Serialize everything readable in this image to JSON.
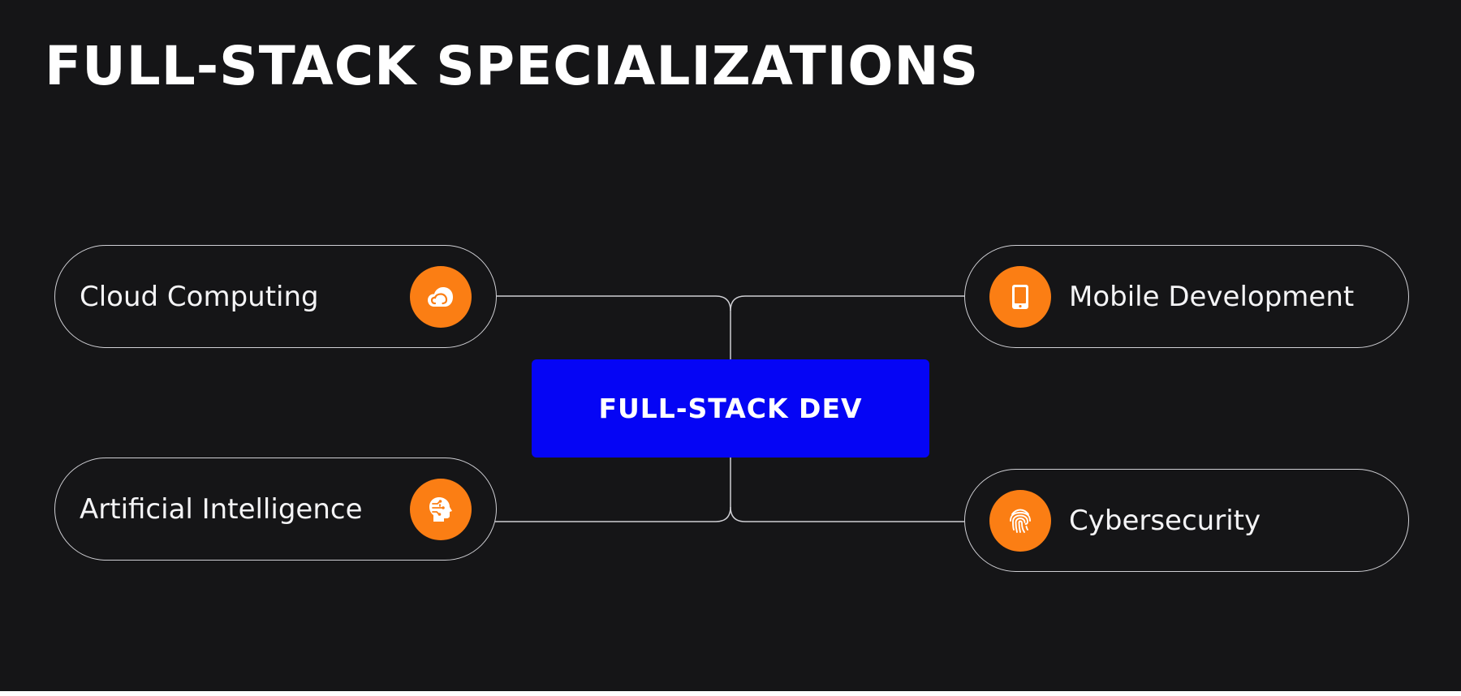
{
  "title": "FULL-STACK SPECIALIZATIONS",
  "center": {
    "label": "FULL-STACK DEV",
    "color": "#0505f5"
  },
  "colors": {
    "background": "#151517",
    "accent": "#fb7e14",
    "text": "#ffffff",
    "outline": "#cfcfd4"
  },
  "nodes": {
    "cloud": {
      "label": "Cloud Computing",
      "icon": "cloud-icon"
    },
    "mobile": {
      "label": "Mobile Development",
      "icon": "mobile-phone-icon"
    },
    "ai": {
      "label": "Artificial Intelligence",
      "icon": "ai-head-icon"
    },
    "cyber": {
      "label": "Cybersecurity",
      "icon": "fingerprint-icon"
    }
  }
}
